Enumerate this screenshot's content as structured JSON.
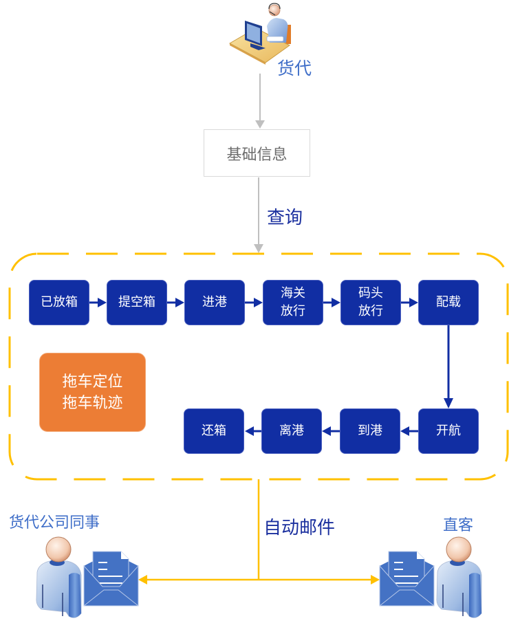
{
  "top_actor": {
    "label": "货代",
    "icon": "agent-at-desk-icon"
  },
  "base_info": {
    "label": "基础信息"
  },
  "query_label": "查询",
  "process": {
    "steps": [
      {
        "lines": [
          "已放箱"
        ]
      },
      {
        "lines": [
          "提空箱"
        ]
      },
      {
        "lines": [
          "进港"
        ]
      },
      {
        "lines": [
          "海关",
          "放行"
        ]
      },
      {
        "lines": [
          "码头",
          "放行"
        ]
      },
      {
        "lines": [
          "配载"
        ]
      },
      {
        "lines": [
          "开航"
        ]
      },
      {
        "lines": [
          "到港"
        ]
      },
      {
        "lines": [
          "离港"
        ]
      },
      {
        "lines": [
          "还箱"
        ]
      }
    ]
  },
  "tracking_box": {
    "lines": [
      "拖车定位",
      "拖车轨迹"
    ]
  },
  "auto_email_label": "自动邮件",
  "recipients": [
    {
      "label": "货代公司同事",
      "icon": "user-icon",
      "mail_icon": "envelope-icon"
    },
    {
      "label": "直客",
      "icon": "user-icon",
      "mail_icon": "envelope-icon"
    }
  ],
  "colors": {
    "step_fill": "#112ea3",
    "tracking_fill": "#ec7d35",
    "dashed_border": "#ffc000",
    "email_line": "#ffc000",
    "gray_arrow": "#bfbfbf",
    "actor_text": "#3f6ec8",
    "flow_text": "#1a2f9e",
    "envelope": "#4472c4"
  }
}
